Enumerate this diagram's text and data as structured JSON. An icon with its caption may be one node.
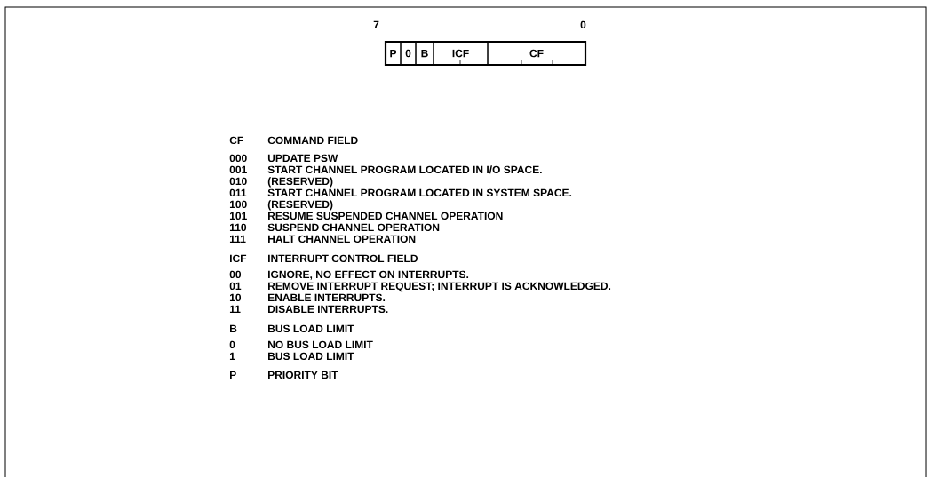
{
  "diagram": {
    "nodes": [
      {
        "text": [
          "P"
        ]
      },
      {
        "text": [
          "0"
        ]
      },
      {
        "text": [
          "B"
        ]
      },
      {
        "text": [
          "ICF"
        ]
      },
      {
        "text": [
          "CF"
        ]
      }
    ],
    "labels": [
      "7",
      "0",
      "CF",
      "COMMAND FIELD",
      "000",
      "UPDATE PSW",
      "001",
      "START CHANNEL PROGRAM LOCATED IN I/O SPACE.",
      "010",
      "(RESERVED)",
      "011",
      "START CHANNEL PROGRAM LOCATED IN SYSTEM SPACE.",
      "100",
      "(RESERVED)",
      "101",
      "RESUME SUSPENDED CHANNEL OPERATION",
      "110",
      "SUSPEND CHANNEL OPERATION",
      "111",
      "HALT CHANNEL OPERATION",
      "ICF",
      "INTERRUPT CONTROL FIELD",
      "00",
      "IGNORE, NO EFFECT ON INTERRUPTS.",
      "01",
      "REMOVE INTERRUPT REQUEST; INTERRUPT IS ACKNOWLEDGED.",
      "10",
      "ENABLE INTERRUPTS.",
      "11",
      "DISABLE INTERRUPTS.",
      "B",
      "BUS LOAD LIMIT",
      "0",
      "NO BUS LOAD LIMIT",
      "1",
      "BUS LOAD LIMIT",
      "P",
      "PRIORITY BIT"
    ]
  }
}
